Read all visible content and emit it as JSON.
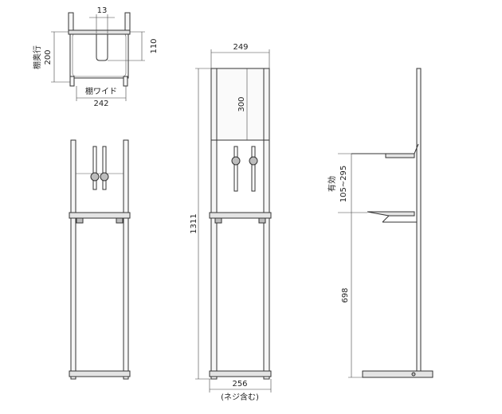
{
  "top_view": {
    "dim_slot": "13",
    "dim_depth_label": "棚奥行",
    "dim_depth": "200",
    "dim_110": "110",
    "dim_width_label": "棚ワイド",
    "dim_width": "242"
  },
  "side_panel": {
    "dim_249": "249",
    "dim_300": "300",
    "dim_1311": "1311",
    "dim_256": "256",
    "dim_note": "(ネジ含む)"
  },
  "profile": {
    "eff_label": "有効",
    "eff_range": "105~295",
    "dim_698": "698"
  }
}
